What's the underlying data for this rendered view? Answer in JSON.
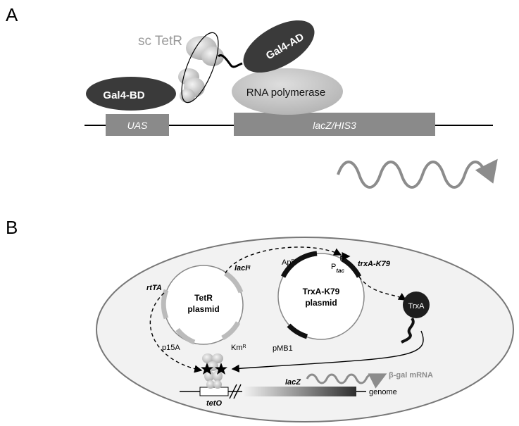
{
  "panel_a": {
    "letter": "A",
    "sc_tetr": "sc TetR",
    "gal4_ad": "Gal4-AD",
    "gal4_bd": "Gal4-BD",
    "rna_polymerase": "RNA polymerase",
    "uas": "UAS",
    "reporter": "lacZ/HIS3"
  },
  "panel_b": {
    "letter": "B",
    "tetr_plasmid": {
      "line1": "TetR",
      "line2": "plasmid"
    },
    "lacIq": {
      "base": "lacI",
      "sup": "q"
    },
    "rtTA": "rtTA",
    "p15A": "p15A",
    "kmR": {
      "base": "Km",
      "sup": "R"
    },
    "trxa_plasmid": {
      "line1": "TrxA-K79",
      "line2": "plasmid"
    },
    "apR": {
      "base": "Ap",
      "sup": "R"
    },
    "ptac": {
      "base": "P",
      "sub": "tac"
    },
    "trxA_K79": "trxA-K79",
    "pMB1": "pMB1",
    "trxA_bubble": "TrxA",
    "mrna": "β-gal mRNA",
    "tetO": "tetO",
    "lacZ": "lacZ",
    "genome": "genome"
  },
  "colors": {
    "dark_protein": "#3a3a3a",
    "light_protein": "#c4c4c4",
    "dna_box": "#8a8a8a",
    "wave": "#8c8c8c",
    "cell_fill": "#f2f2f2"
  }
}
